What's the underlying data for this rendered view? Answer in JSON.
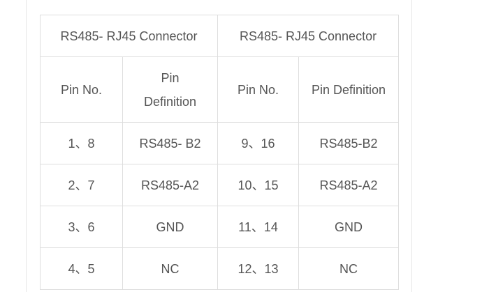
{
  "table": {
    "title_left": "RS485- RJ45 Connector",
    "title_right": "RS485- RJ45 Connector",
    "headers": [
      "Pin No.",
      "Pin Definition",
      "Pin No.",
      "Pin Definition"
    ],
    "rows": [
      [
        "1、8",
        "RS485- B2",
        "9、16",
        "RS485-B2"
      ],
      [
        "2、7",
        "RS485-A2",
        "10、15",
        "RS485-A2"
      ],
      [
        "3、6",
        "GND",
        "11、14",
        "GND"
      ],
      [
        "4、5",
        "NC",
        "12、13",
        "NC"
      ]
    ]
  }
}
